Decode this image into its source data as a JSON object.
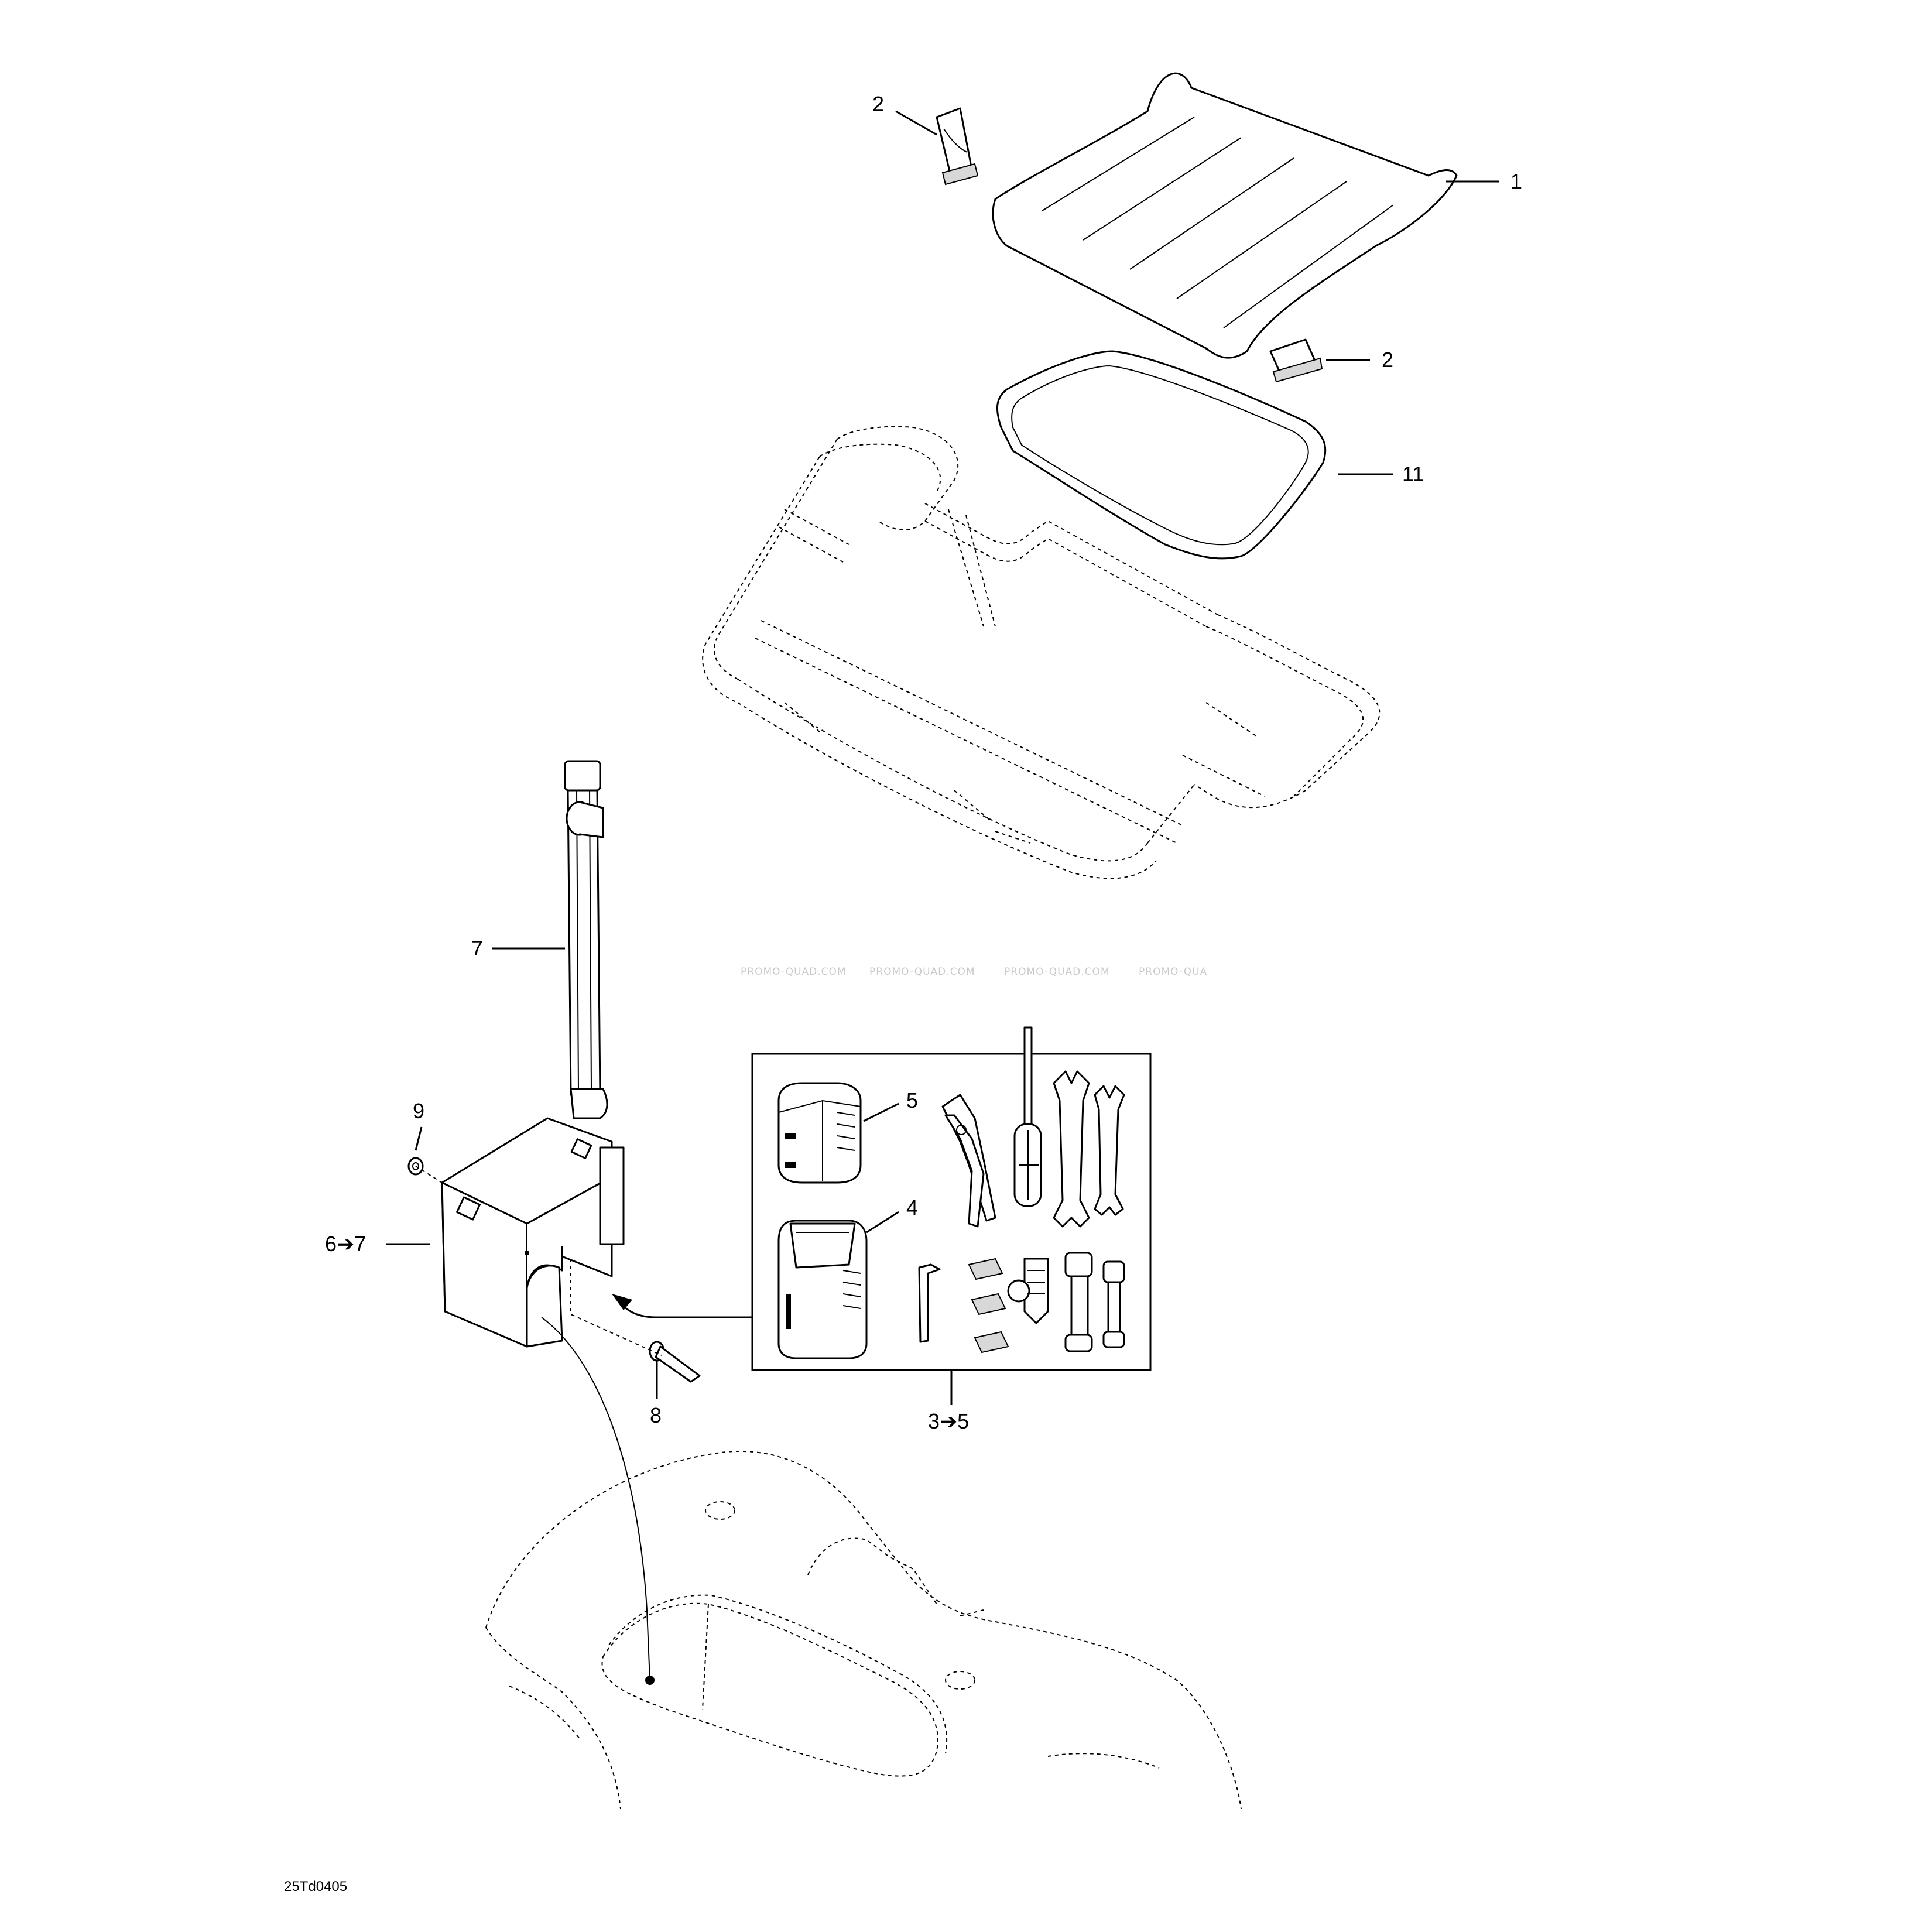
{
  "callouts": {
    "c1": "1",
    "c2_top": "2",
    "c2_bottom": "2",
    "c11": "11",
    "c7": "7",
    "c9": "9",
    "c6_7": "6➔7",
    "c5": "5",
    "c4": "4",
    "c8": "8",
    "c3_5": "3➔5"
  },
  "watermark": [
    "PROMO-QUAD.COM",
    "PROMO-QUAD.COM",
    "PROMO-QUAD.COM",
    "PROMO-QUA"
  ],
  "diagram_code": "25Td0405"
}
